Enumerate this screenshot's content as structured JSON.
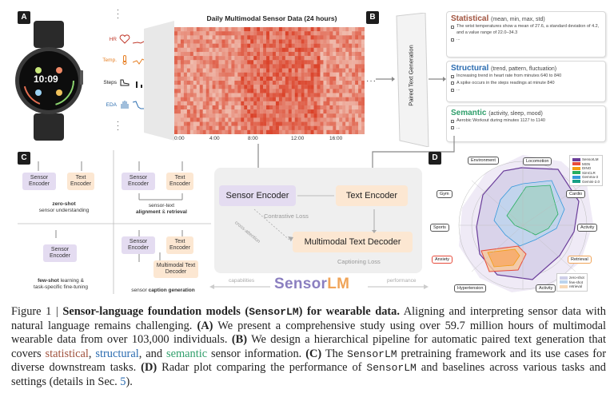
{
  "panels": {
    "a": "A",
    "b": "B",
    "c": "C",
    "d": "D"
  },
  "panel_a": {
    "heatmap_title": "Daily Multimodal Sensor Data (24 hours)",
    "time_ticks": [
      "0:00",
      "4:00",
      "8:00",
      "12:00",
      "16:00"
    ],
    "sensors": [
      {
        "label": "HR",
        "icon": "heart-icon",
        "color": "#c0392b"
      },
      {
        "label": "Temp.",
        "icon": "thermometer-icon",
        "color": "#e67e22"
      },
      {
        "label": "Steps",
        "icon": "shoe-icon",
        "color": "#222222"
      },
      {
        "label": "EDA",
        "icon": "hand-icon",
        "color": "#2e6fb0"
      }
    ],
    "watch_time": "10:09"
  },
  "panel_b": {
    "prism_label": "Paired Text Generation",
    "cards": [
      {
        "title": "Statistical",
        "subtitle": "(mean, min, max, std)",
        "color": "#a0523d",
        "lines": [
          "The wrist temperatures show a mean of 27.6, a standard deviation of 4.2, and a value range of 22.0–34.3",
          "..."
        ]
      },
      {
        "title": "Structural",
        "subtitle": "(trend, pattern, fluctuation)",
        "color": "#2b6cb0",
        "lines": [
          "Increasing trend in heart rate from minutes 640 to 840",
          "A spike occurs in the steps readings at minute 840",
          "..."
        ]
      },
      {
        "title": "Semantic",
        "subtitle": "(activity, sleep, mood)",
        "color": "#2e9e6a",
        "lines": [
          "Aerobic Workout during minutes 1127 to 1140",
          "..."
        ]
      }
    ]
  },
  "panel_c": {
    "sensor_encoder": "Sensor Encoder",
    "text_encoder": "Text Encoder",
    "zero_shot": {
      "bold": "zero-shot",
      "rest": "sensor understanding"
    },
    "alignment": {
      "line1": "sensor-text",
      "bold1": "alignment",
      "amp": " & ",
      "bold2": "retrieval"
    },
    "few_shot": {
      "bold": "few-shot",
      "rest1": " learning &",
      "rest2": "task-specific fine-tuning"
    },
    "caption_gen": {
      "pre": "sensor ",
      "bold": "caption generation"
    },
    "mm_decoder": "Multimodal Text Decoder",
    "contrastive_loss": "Contrastive Loss",
    "captioning_loss": "Captioning Loss",
    "cross_attention": "cross-attention",
    "brand_sensor": "Sensor",
    "brand_lm": "LM",
    "capabilities": "capabilities",
    "performance": "performance"
  },
  "panel_d": {
    "axes": [
      "Environment",
      "Locomotion",
      "Cardio",
      "Activity",
      "Retrieval",
      "Activity",
      "Hypertension",
      "Anxiety",
      "Sports",
      "Gym"
    ],
    "legend": [
      {
        "name": "SensorLM",
        "color": "#6a3d9a"
      },
      {
        "name": "MSN",
        "color": "#e74c3c"
      },
      {
        "name": "DINO",
        "color": "#f39c12"
      },
      {
        "name": "SimCLR",
        "color": "#27ae60"
      },
      {
        "name": "Gemma-3",
        "color": "#3498db"
      },
      {
        "name": "Gemini-2.0",
        "color": "#16a085"
      }
    ],
    "settings": [
      {
        "name": "zero-shot",
        "color": "#cfcfe8"
      },
      {
        "name": "few-shot",
        "color": "#bcd4ee"
      },
      {
        "name": "retrieval",
        "color": "#f7d8b6"
      }
    ]
  },
  "caption": {
    "fig": "Figure 1 |",
    "title1": "Sensor-language foundation models (",
    "title_mono": "SensorLM",
    "title2": ") for wearable data.",
    "s1": " Aligning and interpreting sensor data with natural language remains challenging. ",
    "a_label": "(A)",
    "s2": " We present a comprehensive study using over 59.7 million hours of multimodal wearable data from over 103,000 individuals. ",
    "b_label": "(B)",
    "s3": " We design a hierarchical pipeline for automatic paired text generation that covers ",
    "w_stat": "statistical",
    "comma1": ", ",
    "w_struct": "structural",
    "and": ", and ",
    "w_sem": "semantic",
    "s4": " sensor information. ",
    "c_label": "(C)",
    "s5a": " The ",
    "mono2": "SensorLM",
    "s5b": " pretraining framework and its use cases for diverse downstream tasks. ",
    "d_label": "(D)",
    "s6a": " Radar plot comparing the performance of ",
    "mono3": "SensorLM",
    "s6b": " and baselines across various tasks and settings (details in Sec. ",
    "sec": "5",
    "s6c": ")."
  }
}
